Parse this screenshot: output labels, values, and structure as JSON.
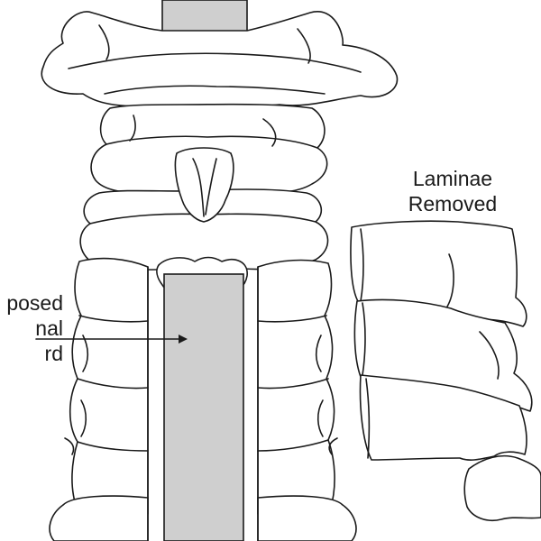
{
  "labels": {
    "exposed_line1": "posed",
    "exposed_line2": "nal",
    "exposed_line3": "rd",
    "removed_line1": "Laminae",
    "removed_line2": "Removed"
  },
  "colors": {
    "spinal_cord": "#cfcfcf",
    "outline": "#1a1a1a",
    "background": "#ffffff"
  }
}
